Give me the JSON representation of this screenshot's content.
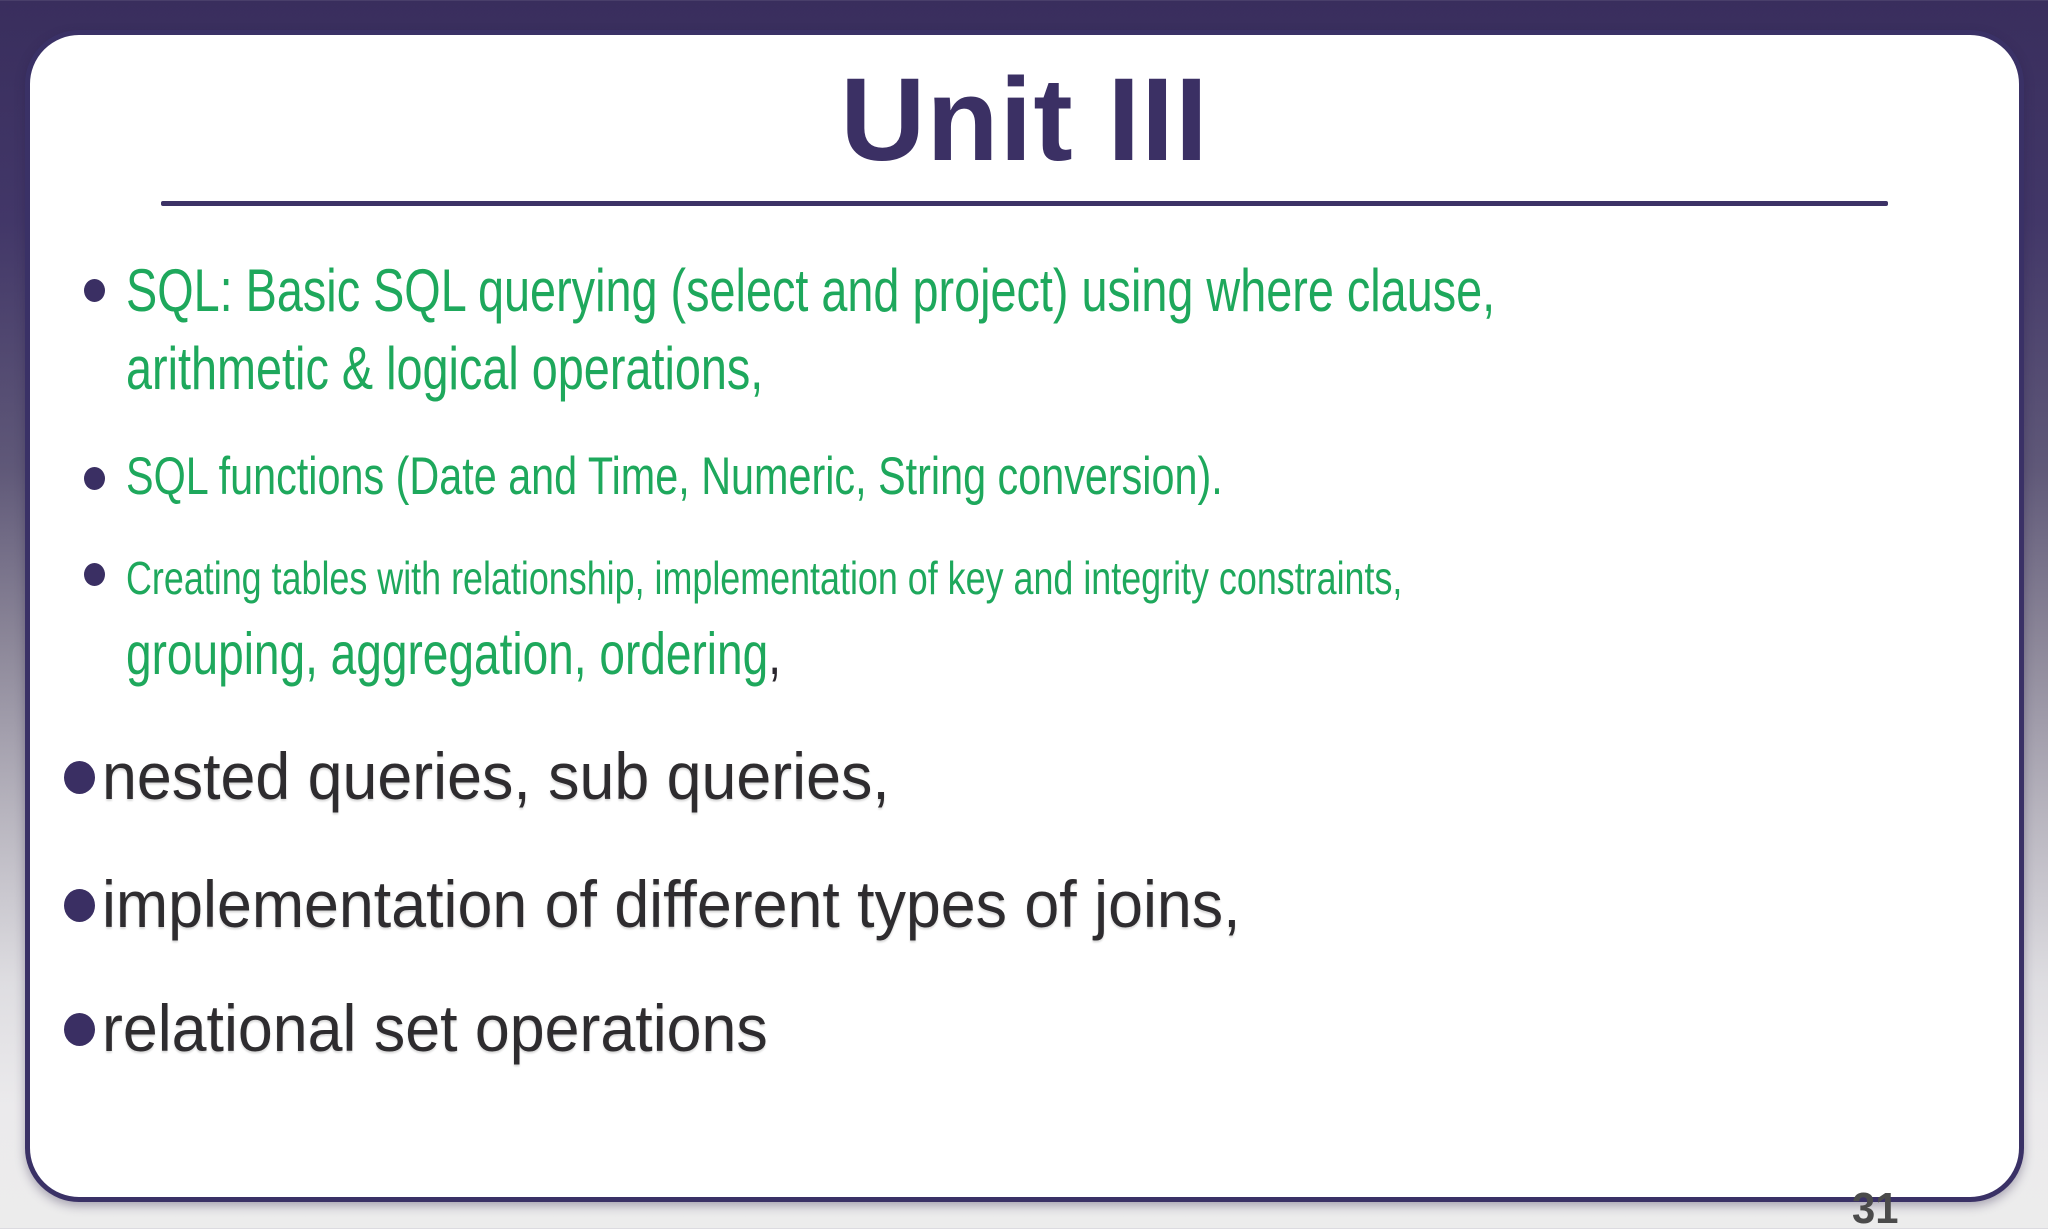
{
  "slide": {
    "title": "Unit III",
    "page_number": "31",
    "bullets": [
      {
        "text": "SQL: Basic SQL querying (select and project) using where clause, arithmetic & logical operations,"
      },
      {
        "text": "SQL functions (Date and Time, Numeric, String conversion)."
      },
      {
        "segments": {
          "lead": "Creating tables with relationship, implementation of key and integrity constraints,",
          "emphasis": " grouping, aggregation, ordering",
          "trailing_comma": ","
        }
      },
      {
        "text": "nested queries, sub queries,"
      },
      {
        "text": "implementation of different types of joins,"
      },
      {
        "text": "relational set operations"
      }
    ],
    "colors": {
      "accent_purple": "#3B3064",
      "border_purple": "#3A3166",
      "green_text": "#1EA85C",
      "dark_text": "#2E2C2F",
      "page_number_gray": "#4B4B4B",
      "background_top": "#392E5D",
      "background_bottom": "#ECECEC",
      "panel_background": "#FFFFFF"
    }
  }
}
